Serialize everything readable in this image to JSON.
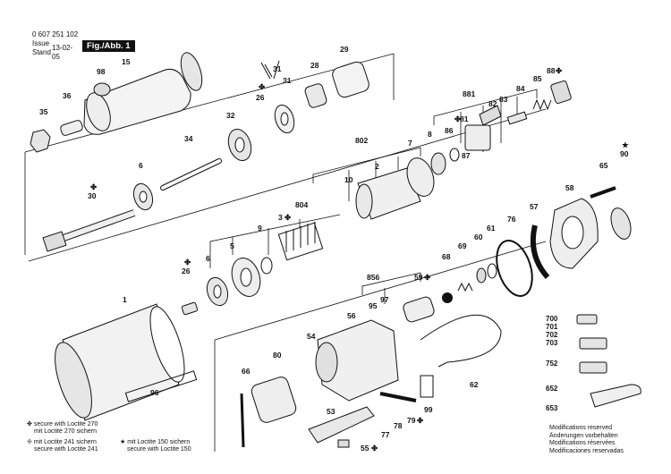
{
  "header": {
    "doc_number": "0 607 251 102",
    "issue_label": "Issue",
    "stand_label": "Stand",
    "date": "13-02-05",
    "figure": "Fig./Abb. 1"
  },
  "symbols": {
    "clover": "✤",
    "star": "★"
  },
  "parts": [
    {
      "id": "98",
      "label": "98"
    },
    {
      "id": "15",
      "label": "15"
    },
    {
      "id": "36",
      "label": "36"
    },
    {
      "id": "35",
      "label": "35"
    },
    {
      "id": "31a",
      "label": "31"
    },
    {
      "id": "26a",
      "label": "26"
    },
    {
      "id": "31b",
      "label": "31"
    },
    {
      "id": "28",
      "label": "28"
    },
    {
      "id": "29",
      "label": "29"
    },
    {
      "id": "32",
      "label": "32"
    },
    {
      "id": "34",
      "label": "34"
    },
    {
      "id": "6a",
      "label": "6"
    },
    {
      "id": "30",
      "label": "30"
    },
    {
      "id": "881",
      "label": "881"
    },
    {
      "id": "88",
      "label": "88"
    },
    {
      "id": "85",
      "label": "85"
    },
    {
      "id": "84",
      "label": "84"
    },
    {
      "id": "83",
      "label": "83"
    },
    {
      "id": "82",
      "label": "82"
    },
    {
      "id": "81",
      "label": "81"
    },
    {
      "id": "86",
      "label": "86"
    },
    {
      "id": "87",
      "label": "87"
    },
    {
      "id": "8",
      "label": "8"
    },
    {
      "id": "7",
      "label": "7"
    },
    {
      "id": "802",
      "label": "802"
    },
    {
      "id": "2",
      "label": "2"
    },
    {
      "id": "10",
      "label": "10"
    },
    {
      "id": "804",
      "label": "804"
    },
    {
      "id": "3",
      "label": "3"
    },
    {
      "id": "9",
      "label": "9"
    },
    {
      "id": "5",
      "label": "5"
    },
    {
      "id": "6b",
      "label": "6"
    },
    {
      "id": "26b",
      "label": "26"
    },
    {
      "id": "1",
      "label": "1"
    },
    {
      "id": "90",
      "label": "90"
    },
    {
      "id": "65",
      "label": "65"
    },
    {
      "id": "58",
      "label": "58"
    },
    {
      "id": "57",
      "label": "57"
    },
    {
      "id": "76",
      "label": "76"
    },
    {
      "id": "61",
      "label": "61"
    },
    {
      "id": "60",
      "label": "60"
    },
    {
      "id": "69",
      "label": "69"
    },
    {
      "id": "68",
      "label": "68"
    },
    {
      "id": "856",
      "label": "856"
    },
    {
      "id": "59",
      "label": "59"
    },
    {
      "id": "97",
      "label": "97"
    },
    {
      "id": "95",
      "label": "95"
    },
    {
      "id": "56",
      "label": "56"
    },
    {
      "id": "54",
      "label": "54"
    },
    {
      "id": "80",
      "label": "80"
    },
    {
      "id": "66",
      "label": "66"
    },
    {
      "id": "96",
      "label": "96"
    },
    {
      "id": "62",
      "label": "62"
    },
    {
      "id": "99",
      "label": "99"
    },
    {
      "id": "53",
      "label": "53"
    },
    {
      "id": "78",
      "label": "78"
    },
    {
      "id": "79",
      "label": "79"
    },
    {
      "id": "77",
      "label": "77"
    },
    {
      "id": "55",
      "label": "55"
    }
  ],
  "accessories": [
    {
      "id": "700",
      "label": "700"
    },
    {
      "id": "701",
      "label": "701"
    },
    {
      "id": "702",
      "label": "702"
    },
    {
      "id": "703",
      "label": "703"
    },
    {
      "id": "752",
      "label": "752"
    },
    {
      "id": "652",
      "label": "652"
    },
    {
      "id": "653",
      "label": "653"
    }
  ],
  "legend": {
    "loctite270_line1": "secure with Loctite 270",
    "loctite270_line2": "mit Loctite 270 sichern",
    "loctite241_line1": "mit Loctite 241 sichern",
    "loctite241_line2": "secure with Loctite 241",
    "loctite150_line1": "mit Loctite 150 sichern",
    "loctite150_line2": "secure with Loctite 150"
  },
  "modifications": [
    "Modifications reserved",
    "Änderungen vorbehalten",
    "Modifications réservées",
    "Modificaciones reservadas"
  ]
}
